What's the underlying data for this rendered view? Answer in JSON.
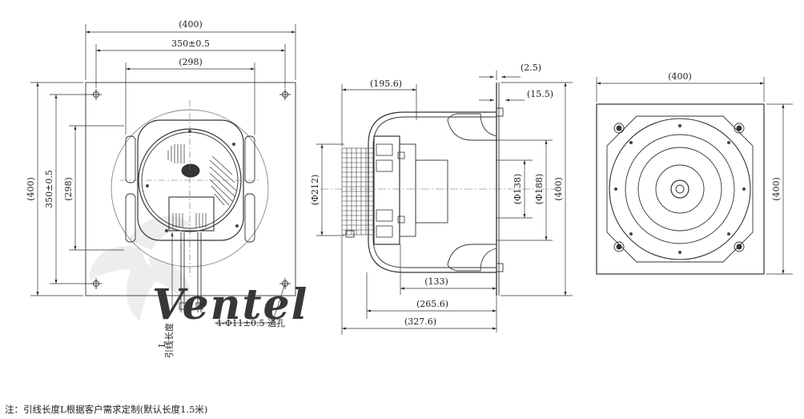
{
  "watermark": {
    "brand_text": "Ventel",
    "brand_color": "#e6e6e6"
  },
  "front_view": {
    "dim_width_outer": "(400)",
    "dim_hole_spacing_h": "350±0.5",
    "dim_inner_h": "(298)",
    "dim_height_outer": "(400)",
    "dim_hole_spacing_v": "350±0.5",
    "dim_inner_v": "(298)",
    "lead_label": "L",
    "lead_sub_label": "引线长度",
    "mount_holes_label": "4-Φ11±0.5  通孔"
  },
  "side_view": {
    "dim_depth_front": "(195.6)",
    "dim_plate_thickness": "(2.5)",
    "dim_flange": "(15.5)",
    "dim_motor_dia": "(Φ212)",
    "dim_inlet_dia": "(Φ138)",
    "dim_inlet_outer_dia": "(Φ188)",
    "dim_height": "(400)",
    "dim_inlet_depth": "(133)",
    "dim_body_length": "(265.6)",
    "dim_total_length": "(327.6)"
  },
  "rear_view": {
    "dim_width": "(400)",
    "dim_height": "(400)"
  },
  "footnote": "注：引线长度L根据客户需求定制(默认长度1.5米)"
}
